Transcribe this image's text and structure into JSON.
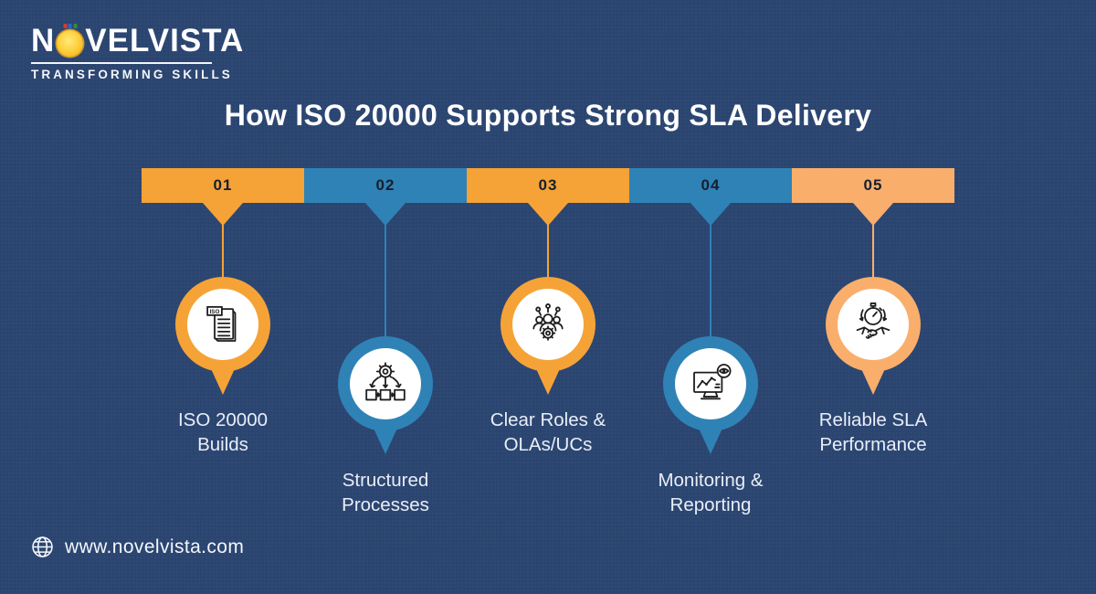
{
  "canvas": {
    "background": "#2B4571",
    "accent_orange": "#F5A337",
    "accent_blue": "#2F82B6",
    "accent_peach": "#FAAE6C",
    "label_color": "#E9EEF6",
    "number_color": "#15202E"
  },
  "logo": {
    "brand_prefix": "N",
    "brand_suffix": "VELVISTA",
    "tagline": "TRANSFORMING SKILLS",
    "sun_icon": "sun-icon"
  },
  "title": "How ISO 20000 Supports Strong SLA Delivery",
  "steps": [
    {
      "number": "01",
      "label": "ISO 20000 Builds",
      "lines": [
        "ISO 20000",
        "Builds"
      ],
      "color": "#F5A337",
      "icon": "iso-document-icon",
      "position": "high"
    },
    {
      "number": "02",
      "label": "Structured Processes",
      "lines": [
        "Structured",
        "Processes"
      ],
      "color": "#2F82B6",
      "icon": "process-flow-icon",
      "position": "low"
    },
    {
      "number": "03",
      "label": "Clear Roles & OLAs/UCs",
      "lines": [
        "Clear Roles &",
        "OLAs/UCs"
      ],
      "color": "#F5A337",
      "icon": "team-roles-icon",
      "position": "high"
    },
    {
      "number": "04",
      "label": "Monitoring & Reporting",
      "lines": [
        "Monitoring &",
        "Reporting"
      ],
      "color": "#2F82B6",
      "icon": "monitoring-icon",
      "position": "low"
    },
    {
      "number": "05",
      "label": "Reliable SLA Performance",
      "lines": [
        "Reliable SLA",
        "Performance"
      ],
      "color": "#FAAE6C",
      "icon": "stopwatch-handshake-icon",
      "position": "high"
    }
  ],
  "footer": {
    "website": "www.novelvista.com",
    "icon": "globe-icon"
  }
}
